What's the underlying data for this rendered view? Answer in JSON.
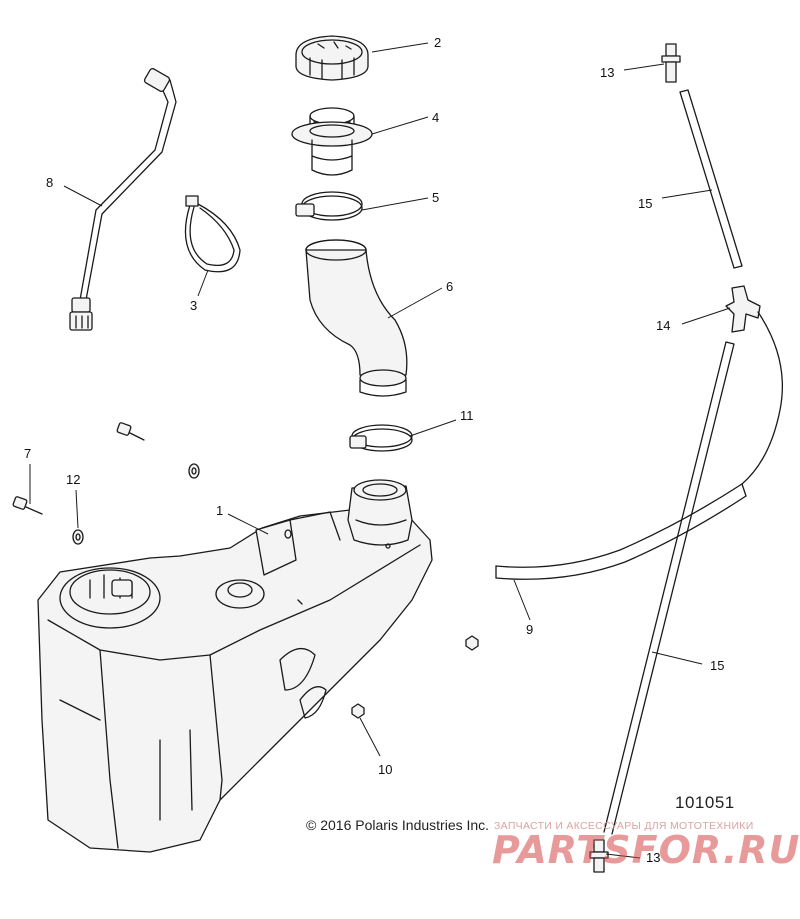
{
  "diagram": {
    "callouts": {
      "c1": "1",
      "c2": "2",
      "c3": "3",
      "c4": "4",
      "c5": "5",
      "c6": "6",
      "c7": "7",
      "c8": "8",
      "c9": "9",
      "c10": "10",
      "c11": "11",
      "c12": "12",
      "c13_top": "13",
      "c13_bottom": "13",
      "c14": "14",
      "c15_top": "15",
      "c15_bottom": "15"
    },
    "drawing_number": "101051",
    "copyright": "© 2016 Polaris Industries Inc."
  },
  "watermark": {
    "tagline": "ЗАПЧАСТИ И АКСЕССУАРЫ ДЛЯ МОТОТЕХНИКИ",
    "logo": "PARTSFOR.RU",
    "color": "#d64646"
  }
}
